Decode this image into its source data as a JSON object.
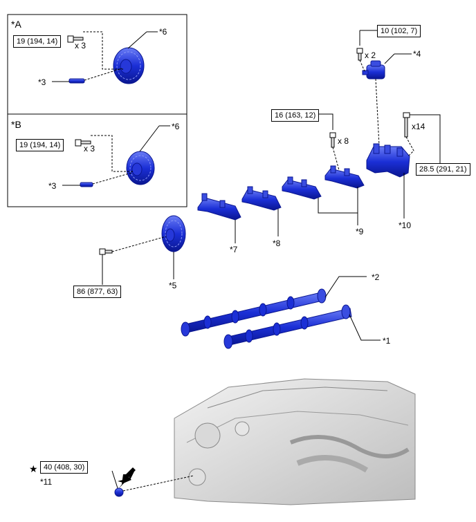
{
  "insets": [
    {
      "label": "*A"
    },
    {
      "label": "*B"
    }
  ],
  "parts": {
    "p1": "*1",
    "p2": "*2",
    "p3": "*3",
    "p4": "*4",
    "p5": "*5",
    "p6": "*6",
    "p7": "*7",
    "p8": "*8",
    "p9": "*9",
    "p10": "*10",
    "p11": "*11"
  },
  "torques": {
    "a_bolt": "19 (194, 14)",
    "b_bolt": "19 (194, 14)",
    "oil_control": "10 (102, 7)",
    "cap_small": "16 (163, 12)",
    "cap_large": "28.5 (291, 21)",
    "sprocket": "86 (877, 63)",
    "plug": "40 (408, 30)"
  },
  "quantities": {
    "a_bolt": "x 3",
    "b_bolt": "x 3",
    "oil_control": "x 2",
    "cap_small": "x 8",
    "cap_large": "x14"
  },
  "star_symbol": "★",
  "colors": {
    "part_fill": "#1b2fd6",
    "part_dark": "#0a1690",
    "part_light": "#5a6cf0",
    "engine_gray": "#c9c9c9"
  }
}
